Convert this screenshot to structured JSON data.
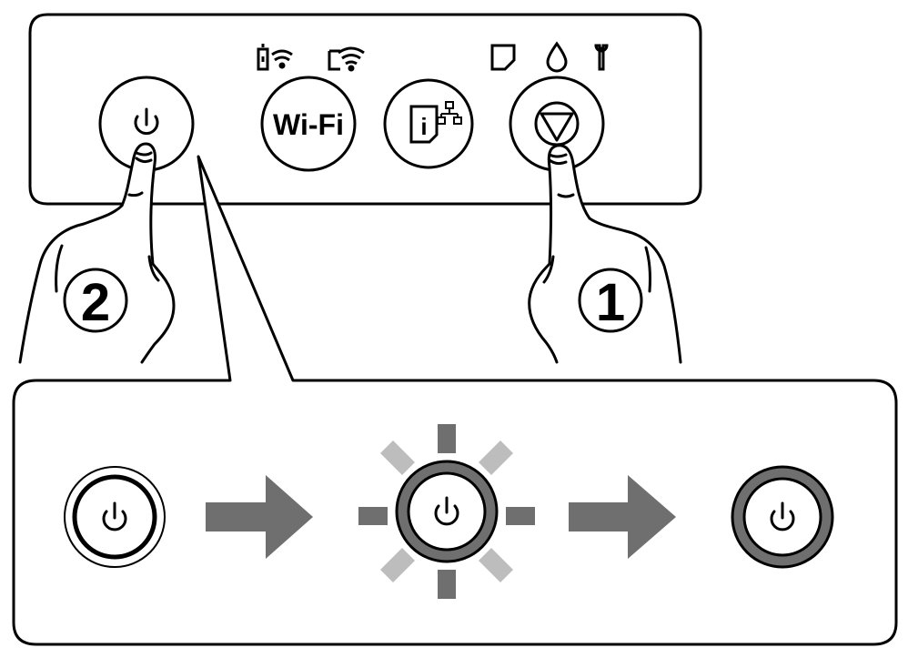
{
  "panel": {
    "wifi_button_label": "Wi-Fi",
    "icons": [
      "wifi-direct-icon",
      "wifi-icon",
      "paper-icon",
      "ink-drop-icon",
      "wrench-icon",
      "network-status-icon",
      "stop-icon",
      "power-icon"
    ]
  },
  "steps": {
    "step1_label": "1",
    "step2_label": "2"
  },
  "sequence": {
    "states": [
      "off",
      "flashing",
      "on"
    ],
    "arrow_color": "#6f6f6f",
    "light_color": "#6f6f6f",
    "ray_dark_color": "#6f6f6f",
    "ray_light_color": "#bdbdbd"
  }
}
